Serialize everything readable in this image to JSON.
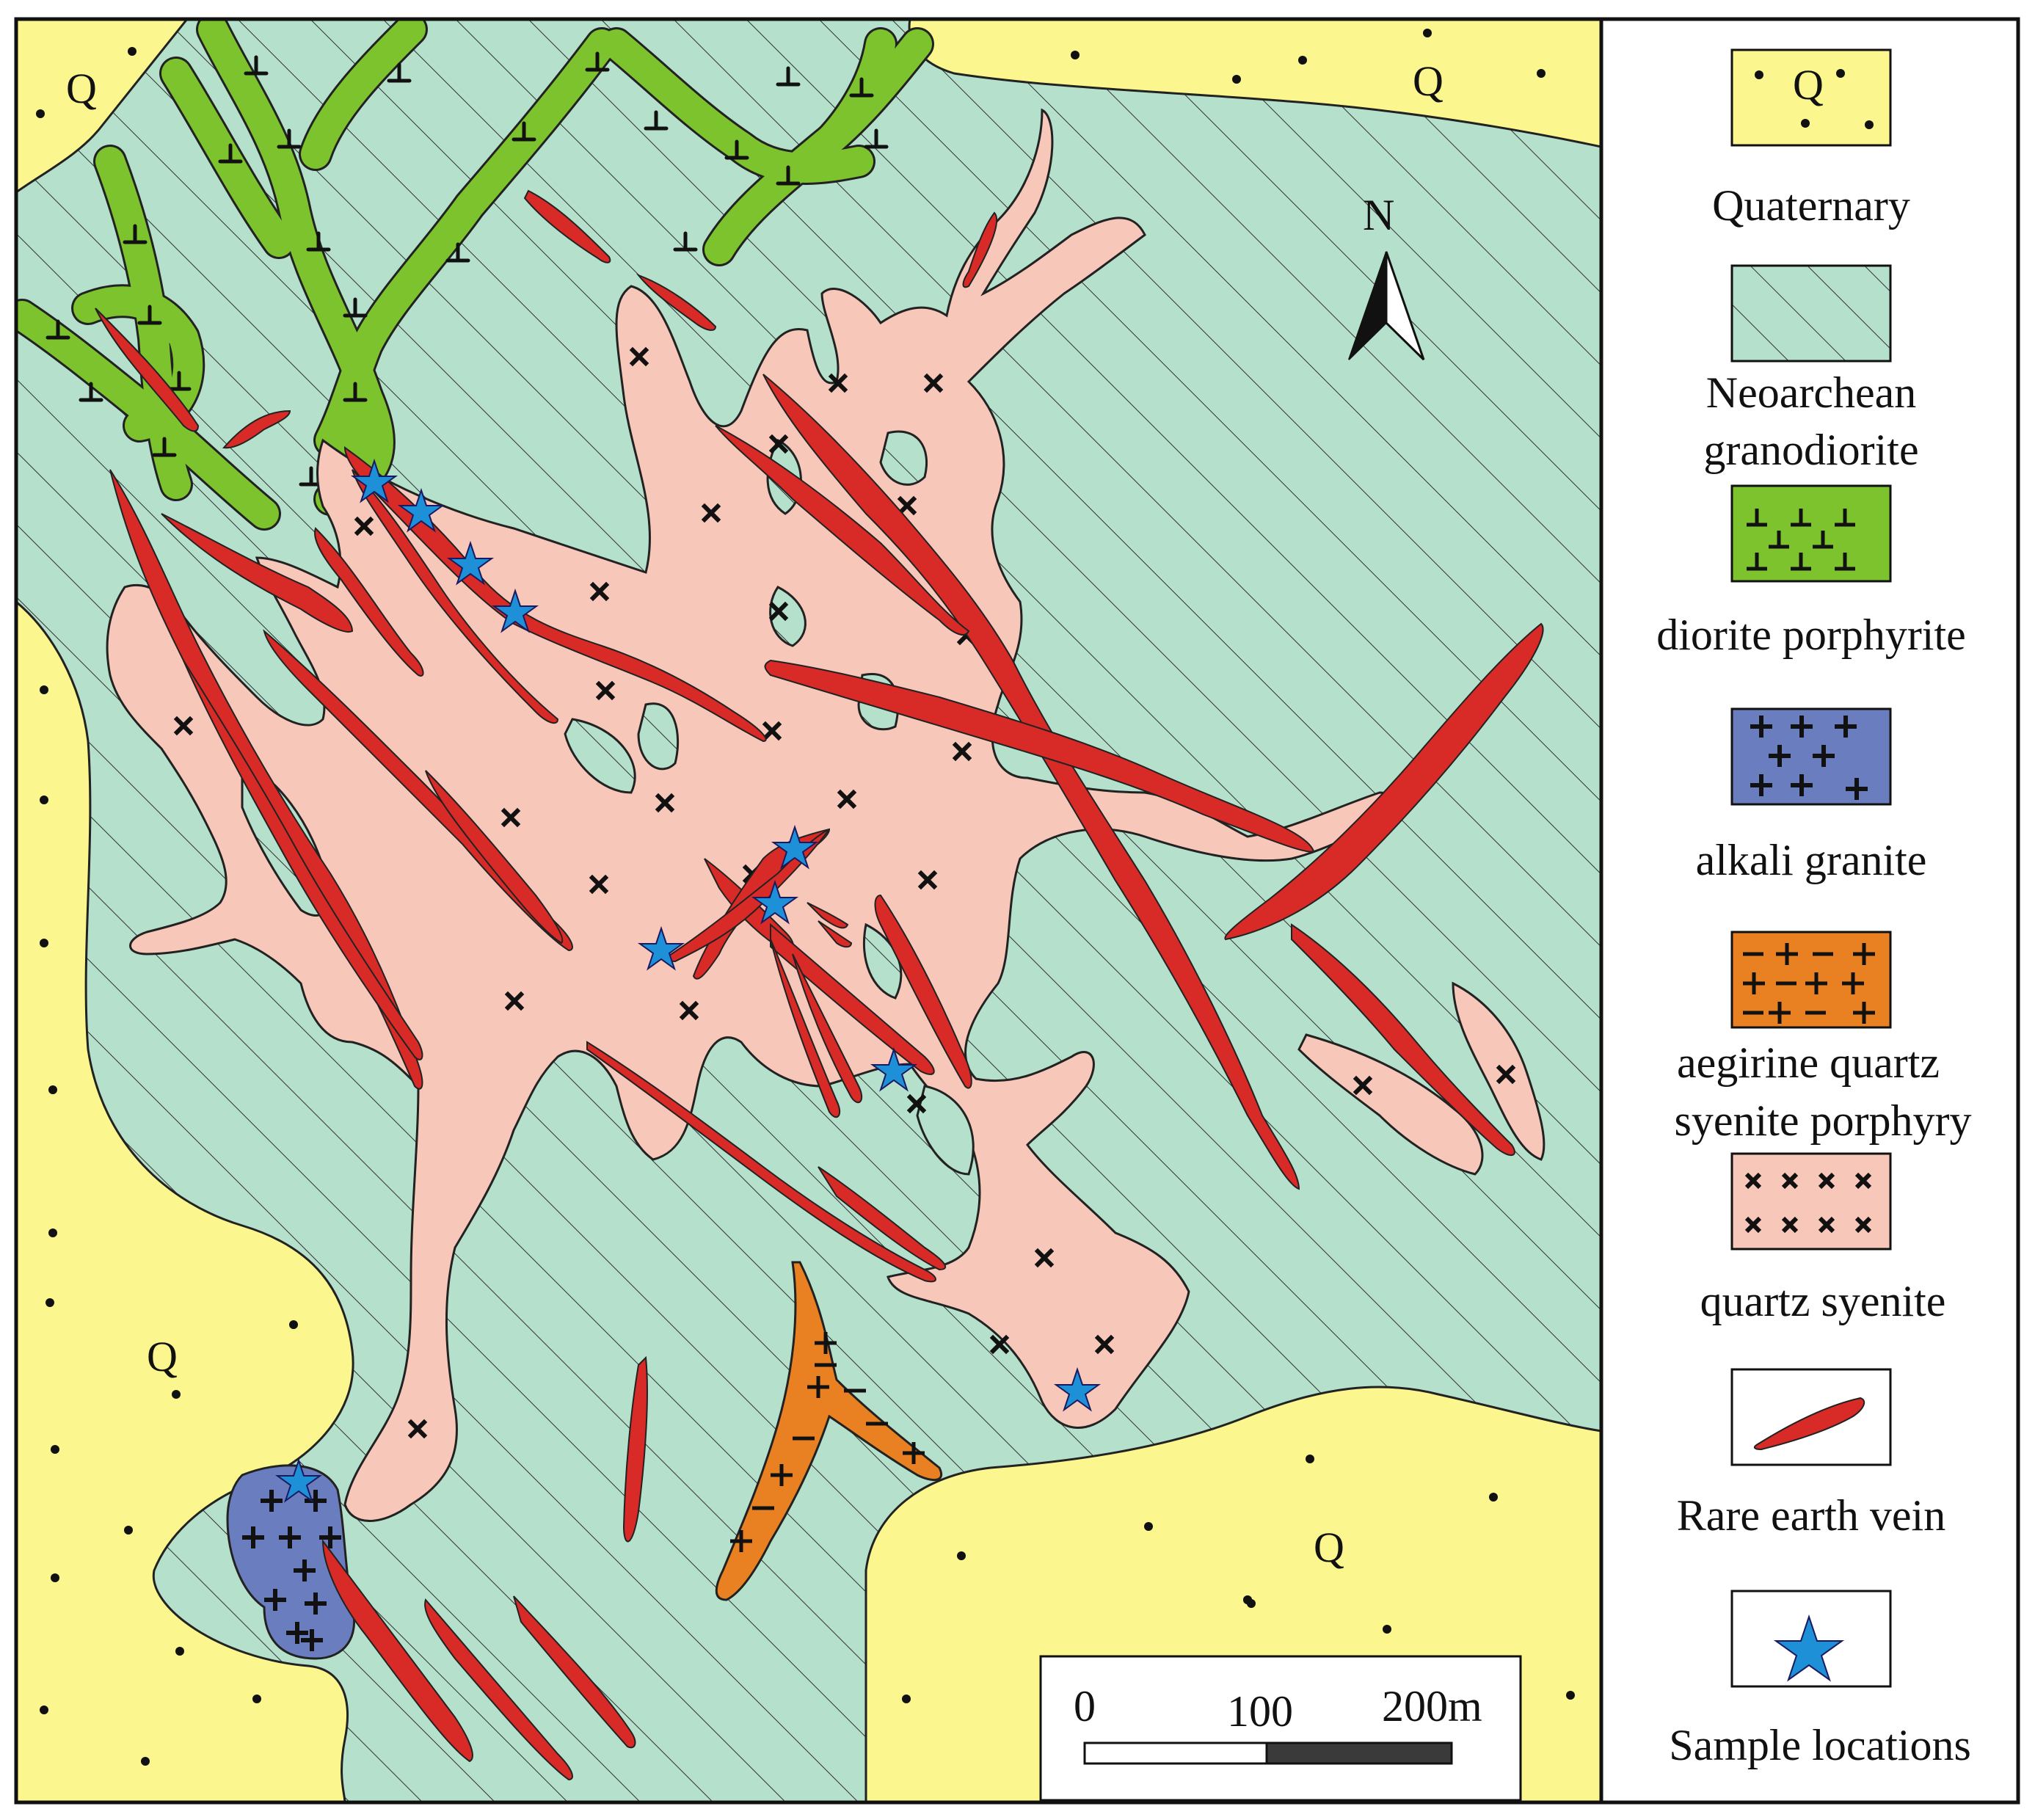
{
  "map": {
    "north_label": "N",
    "quaternary_symbol": "Q",
    "scale_bar": {
      "ticks": [
        "0",
        "100",
        "200m"
      ]
    }
  },
  "legend": {
    "items": [
      {
        "key": "quaternary",
        "label_lines": [
          "Quaternary"
        ],
        "color": "#fbf78e",
        "swatch_symbol": "Q"
      },
      {
        "key": "granodiorite",
        "label_lines": [
          "Neoarchean",
          "granodiorite"
        ],
        "color": "#b5e0cb"
      },
      {
        "key": "diorite",
        "label_lines": [
          "diorite porphyrite"
        ],
        "color": "#7cc32d"
      },
      {
        "key": "alkali",
        "label_lines": [
          "alkali granite"
        ],
        "color": "#6a7dbf"
      },
      {
        "key": "aegirine",
        "label_lines": [
          "aegirine quartz",
          "syenite porphyry"
        ],
        "color": "#e98123"
      },
      {
        "key": "syenite",
        "label_lines": [
          "quartz syenite"
        ],
        "color": "#f7c7ba"
      },
      {
        "key": "vein",
        "label_lines": [
          "Rare earth vein"
        ],
        "color": "#d82a26"
      },
      {
        "key": "sample",
        "label_lines": [
          "Sample locations"
        ],
        "color": "#1e90d8"
      }
    ]
  }
}
